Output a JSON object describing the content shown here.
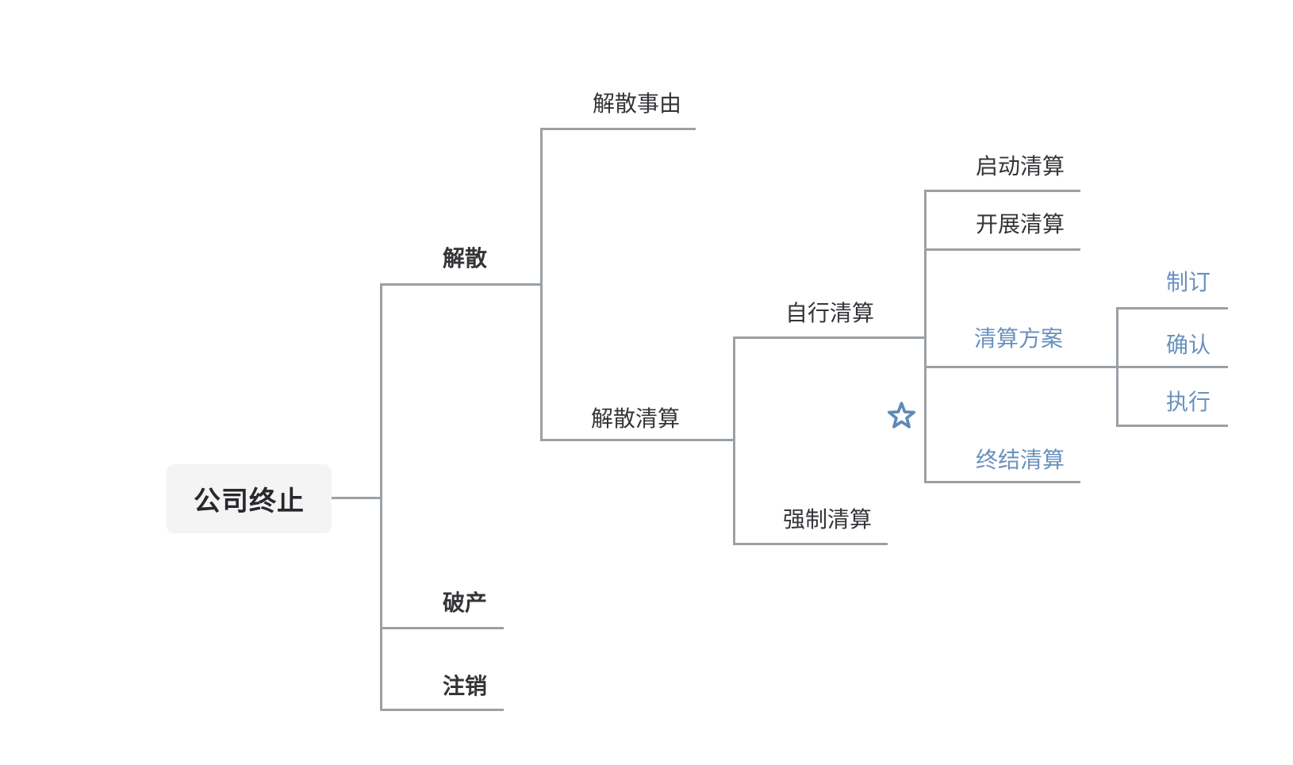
{
  "colors": {
    "canvas_bg": "#ffffff",
    "line": "#9aa0a6",
    "text_dark": "#333538",
    "text_blue": "#6991be",
    "star_blue": "#5f8ab8",
    "root_bg": "#f4f4f5",
    "root_text": "#28292c"
  },
  "marker": {
    "icon": "star-icon",
    "color": "#5f8ab8"
  },
  "tree": {
    "label": "公司终止",
    "children": [
      {
        "label": "解散",
        "children": [
          {
            "label": "解散事由"
          },
          {
            "label": "解散清算",
            "children": [
              {
                "label": "自行清算",
                "children": [
                  {
                    "label": "启动清算"
                  },
                  {
                    "label": "开展清算"
                  },
                  {
                    "label": "清算方案",
                    "emphasis": "blue",
                    "children": [
                      {
                        "label": "制订",
                        "emphasis": "blue"
                      },
                      {
                        "label": "确认",
                        "emphasis": "blue"
                      },
                      {
                        "label": "执行",
                        "emphasis": "blue"
                      }
                    ]
                  },
                  {
                    "label": "终结清算",
                    "emphasis": "blue"
                  }
                ]
              },
              {
                "label": "强制清算"
              }
            ]
          }
        ]
      },
      {
        "label": "破产"
      },
      {
        "label": "注销"
      }
    ]
  }
}
